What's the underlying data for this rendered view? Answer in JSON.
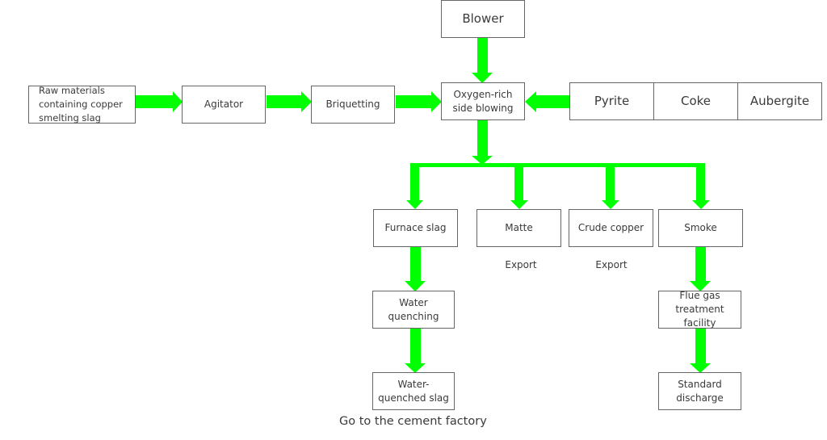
{
  "diagram": {
    "arrow_color": "#00ff00",
    "nodes": {
      "raw_materials": "Raw materials\ncontaining copper\nsmelting slag",
      "agitator": "Agitator",
      "briquetting": "Briquetting",
      "blower": "Blower",
      "oxygen_rich": "Oxygen-rich\nside blowing",
      "additives": [
        "Pyrite",
        "Coke",
        "Aubergite"
      ],
      "furnace_slag": "Furnace slag",
      "matte": "Matte",
      "crude_copper": "Crude copper",
      "smoke": "Smoke",
      "water_quenching": "Water\nquenching",
      "water_quenched_slag": "Water-\nquenched slag",
      "flue_gas": "Flue gas\ntreatment facility",
      "standard_discharge": "Standard\ndischarge"
    },
    "labels": {
      "matte_export": "Export",
      "crude_copper_export": "Export",
      "cement": "Go to the cement factory"
    }
  }
}
